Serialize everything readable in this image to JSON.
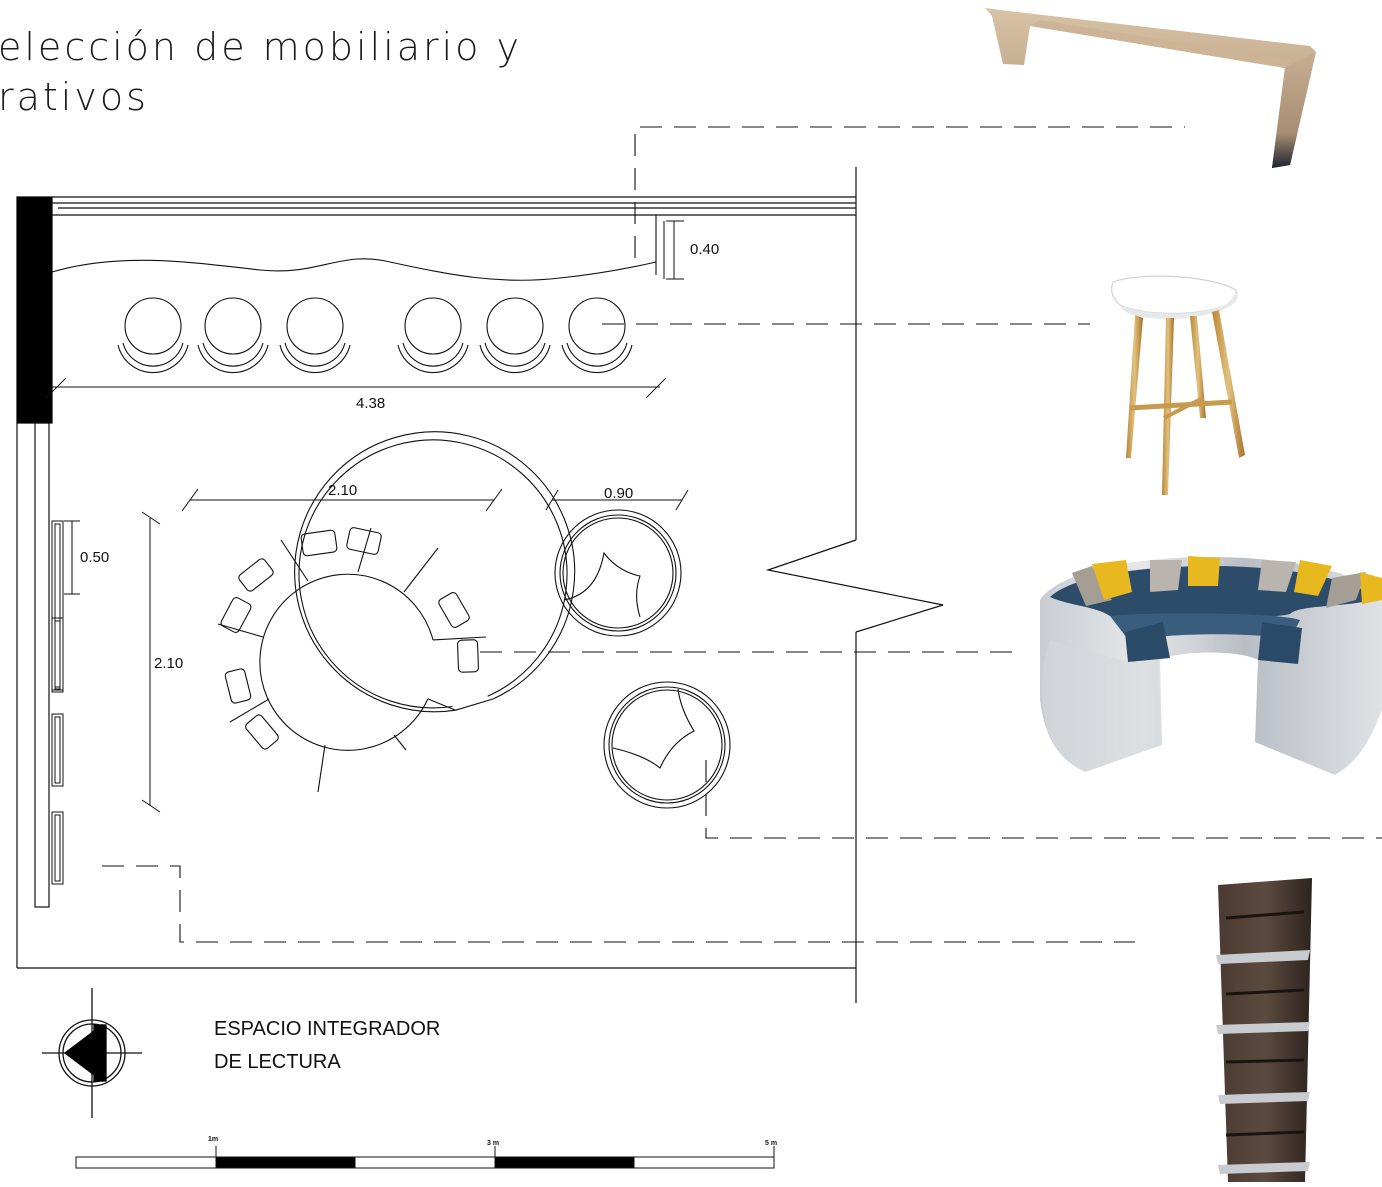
{
  "title": {
    "line1": "elección de mobiliario y",
    "line2": "rativos"
  },
  "caption": {
    "line1": "ESPACIO INTEGRADOR",
    "line2": "DE LECTURA"
  },
  "dimensions": {
    "counter_depth": "0.40",
    "stool_row_length": "4.38",
    "sofa_width": "2.10",
    "table_diameter": "0.90",
    "shelf_width": "0.50",
    "sofa_depth": "2.10"
  },
  "scale_bar": {
    "label_1": "1m",
    "label_3": "3 m",
    "label_5": "5 m"
  },
  "images": {
    "counter": "wooden bar counter render",
    "stool": "white bar stool render",
    "sofa": "curved modular sofa render",
    "shelf": "wall shelf render"
  },
  "colors": {
    "line": "#111111",
    "wood_light": "#c9a86b",
    "sofa_blue": "#2f4f6d",
    "cushion_yellow": "#e8b91e",
    "shelf_dark": "#3b2e27"
  }
}
